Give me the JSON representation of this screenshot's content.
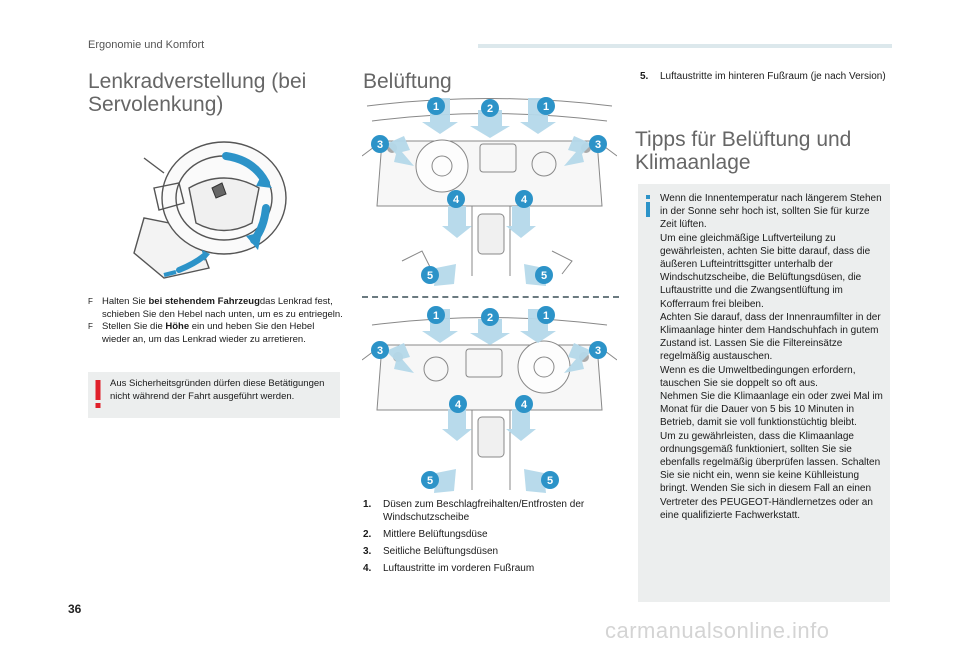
{
  "header": {
    "section_label": "Ergonomie und Komfort"
  },
  "steering": {
    "title": "Lenkradverstellung (bei Servolenkung)",
    "instructions": [
      {
        "pre": "Halten Sie ",
        "bold": "bei stehendem Fahrzeug",
        "post": "das Lenkrad fest, schieben Sie den Hebel nach unten, um es zu entriegeln."
      },
      {
        "pre": "Stellen Sie die ",
        "bold": "Höhe",
        "post": " ein und heben Sie den Hebel wieder an, um das Lenkrad wieder zu arretieren."
      }
    ],
    "bullet_glyph": "F",
    "warning": "Aus Sicherheitsgründen dürfen diese Betätigungen nicht während der Fahrt ausgeführt werden."
  },
  "ventilation": {
    "title": "Belüftung",
    "callouts": [
      "1",
      "2",
      "3",
      "4",
      "5"
    ],
    "items": [
      {
        "num": "1.",
        "text": "Düsen zum Beschlagfreihalten/Entfrosten der Windschutzscheibe"
      },
      {
        "num": "2.",
        "text": "Mittlere Belüftungsdüse"
      },
      {
        "num": "3.",
        "text": "Seitliche Belüftungsdüsen"
      },
      {
        "num": "4.",
        "text": "Luftaustritte im vorderen Fußraum"
      },
      {
        "num": "5.",
        "text": "Luftaustritte im hinteren Fußraum (je nach Version)"
      }
    ]
  },
  "tips": {
    "title": "Tipps für Belüftung und Klimaanlage",
    "body": "Wenn die Innentemperatur nach längerem Stehen in der Sonne sehr hoch ist, sollten Sie für kurze Zeit lüften.\nUm eine gleichmäßige Luftverteilung zu gewährleisten, achten Sie bitte darauf, dass die äußeren Lufteintrittsgitter unterhalb der Windschutzscheibe, die Belüftungsdüsen, die Luftaustritte und die Zwangsentlüftung im Kofferraum frei bleiben.\nAchten Sie darauf, dass der Innenraumfilter in der Klimaanlage hinter dem Handschuhfach in gutem Zustand ist. Lassen Sie die Filtereinsätze regelmäßig austauschen.\nWenn es die Umweltbedingungen erfordern, tauschen Sie sie doppelt so oft aus.\nNehmen Sie die Klimaanlage ein oder zwei Mal im Monat für die Dauer von 5 bis 10 Minuten in Betrieb, damit sie voll funktionstüchtig bleibt.\nUm zu gewährleisten, dass die Klimaanlage ordnungsgemäß funktioniert, sollten Sie sie ebenfalls regelmäßig überprüfen lassen. Schalten Sie sie nicht ein, wenn sie keine Kühlleistung bringt. Wenden Sie sich in diesem Fall an einen Vertreter des PEUGEOT-Händlernetzes oder an eine qualifizierte Fachwerkstatt."
  },
  "footer": {
    "page_number": "36",
    "watermark": "carmanualsonline.info"
  },
  "colors": {
    "callout": "#2c93c8",
    "arrow": "#b5d9ea",
    "warning": "#e0202a",
    "panel": "#eceeee"
  }
}
